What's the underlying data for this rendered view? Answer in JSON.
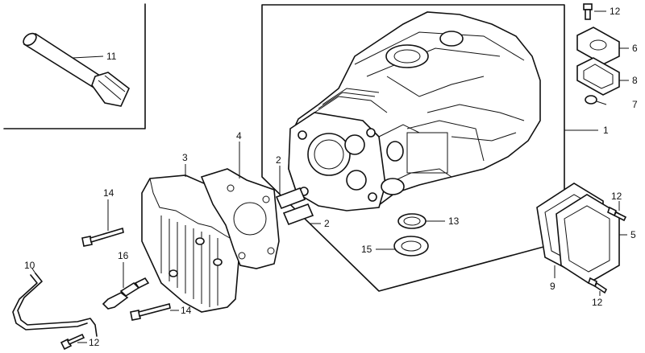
{
  "diagram": {
    "part_labels": [
      {
        "id": "label-1",
        "text": "1"
      },
      {
        "id": "label-2a",
        "text": "2"
      },
      {
        "id": "label-2b",
        "text": "2"
      },
      {
        "id": "label-3",
        "text": "3"
      },
      {
        "id": "label-4",
        "text": "4"
      },
      {
        "id": "label-5",
        "text": "5"
      },
      {
        "id": "label-6",
        "text": "6"
      },
      {
        "id": "label-7",
        "text": "7"
      },
      {
        "id": "label-8",
        "text": "8"
      },
      {
        "id": "label-9",
        "text": "9"
      },
      {
        "id": "label-10",
        "text": "10"
      },
      {
        "id": "label-11",
        "text": "11"
      },
      {
        "id": "label-12a",
        "text": "12"
      },
      {
        "id": "label-12b",
        "text": "12"
      },
      {
        "id": "label-12c",
        "text": "12"
      },
      {
        "id": "label-12d",
        "text": "12"
      },
      {
        "id": "label-13",
        "text": "13"
      },
      {
        "id": "label-14a",
        "text": "14"
      },
      {
        "id": "label-14b",
        "text": "14"
      },
      {
        "id": "label-15",
        "text": "15"
      },
      {
        "id": "label-16",
        "text": "16"
      }
    ]
  }
}
